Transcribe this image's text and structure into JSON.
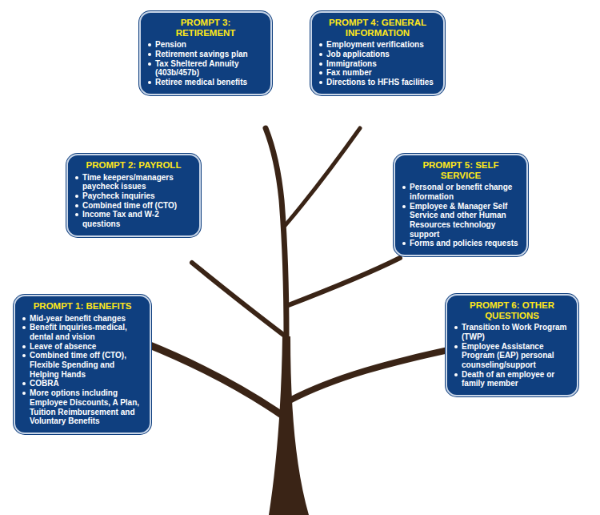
{
  "diagram": {
    "nodes": [
      {
        "text": [
          "PROMPT 3: RETIREMENT",
          "Pension",
          "Retirement savings plan",
          "Tax Sheltered Annuity (403b/457b)",
          "Retiree medical benefits"
        ]
      },
      {
        "text": [
          "PROMPT 4: GENERAL INFORMATION",
          "Employment verifications",
          "Job applications",
          "Immigrations",
          "Fax number",
          "Directions to HFHS facilities"
        ]
      },
      {
        "text": [
          "PROMPT 2: PAYROLL",
          "Time keepers/managers paycheck issues",
          "Paycheck inquiries",
          "Combined time off (CTO)",
          "Income Tax and W-2 questions"
        ]
      },
      {
        "text": [
          "PROMPT 5: SELF SERVICE",
          "Personal or benefit change information",
          "Employee & Manager Self Service and other Human Resources technology support",
          "Forms and policies requests"
        ]
      },
      {
        "text": [
          "PROMPT 1: BENEFITS",
          "Mid-year benefit changes",
          "Benefit inquiries-medical, dental and vision",
          "Leave of absence",
          "Combined time off (CTO), Flexible Spending and Helping Hands",
          "COBRA",
          "More options including Employee Discounts, A Plan, Tuition Reimbursement and Voluntary Benefits"
        ]
      },
      {
        "text": [
          "PROMPT 6: OTHER QUESTIONS",
          "Transition to Work Program (TWP)",
          "Employee Assistance Program (EAP) personal counseling/support",
          "Death of an employee or family member"
        ]
      }
    ]
  }
}
